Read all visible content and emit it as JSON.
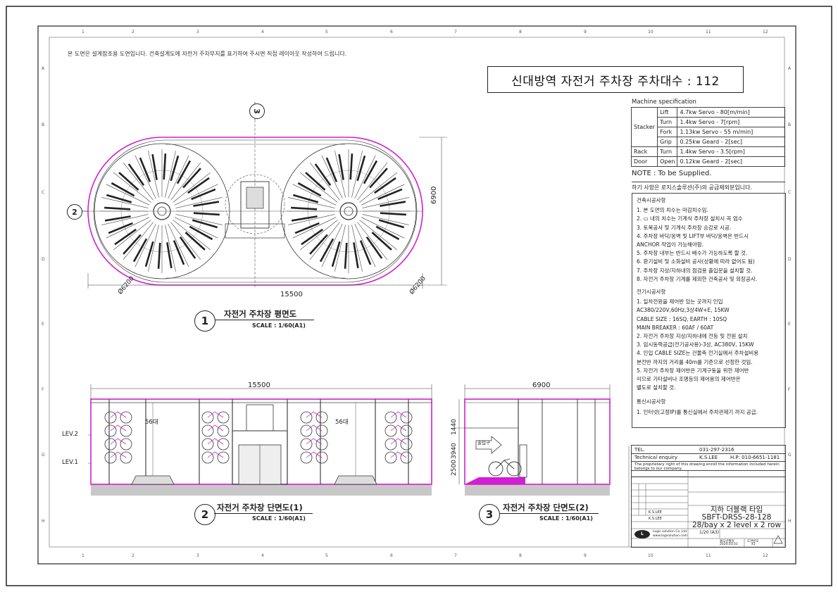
{
  "note_top": "본 도면은 설계참조용 도면입니다. 건축설계도에 자전거 주차부지를 표기하여 주시면 직접 레이아웃 작성하여 드립니다.",
  "title": "신대방역 자전거 주차장 주차대수 : 112",
  "border_numbers": [
    "1",
    "2",
    "3",
    "4",
    "5",
    "6",
    "7",
    "8",
    "9",
    "10",
    "11",
    "12"
  ],
  "border_letters": [
    "A",
    "B",
    "C",
    "D",
    "E",
    "F",
    "G",
    "H"
  ],
  "spec": {
    "heading": "Machine specification",
    "rows": [
      {
        "group": "Stacker",
        "item": "Lift",
        "value": "4.7kw Servo - 80[m/min]"
      },
      {
        "group": "",
        "item": "Turn",
        "value": "1.4kw Servo - 7[rpm]"
      },
      {
        "group": "",
        "item": "Fork",
        "value": "1.13kw Servo - 55 m/min]"
      },
      {
        "group": "",
        "item": "Grip",
        "value": "0.25kw Geard - 2[sec]"
      },
      {
        "group": "Rack",
        "item": "Turn",
        "value": "1.4kw Servo - 3.5[rpm]"
      },
      {
        "group": "Door",
        "item": "Open",
        "value": "0.12kw Geard - 2[sec]"
      }
    ],
    "note1": "NOTE : To be Supplied.",
    "note2": "하기 사항은 로지스솔루션(주)의 공급제외분입니다."
  },
  "construction": {
    "arch_heading": "건축시공사항",
    "arch_lines": [
      "1. 본 도면의 치수는 마감치수임.",
      "2. ▭ 내의 치수는 기계식 주차장 설치시 꼭 엄수",
      "3. 토목공사 및 기계식 주차장 승강로 시공.",
      "4. 주차장 바닥/옹벽 및 LIFT부 바닥/옹벽은 반드시",
      "     ANCHOR 작업이 가능해야함.",
      "5. 주차장 내부는 반드시 배수가 가능하도록 할 것.",
      "6. 환기설비 및 소화설비 공사(상황에 따라 없어도 됨)",
      "7. 주차장 지상/지하내의 점검용 출입문을 설치할 것.",
      "8. 자전거 주차장 기계를 제외한 건축공사 및 외장공사."
    ],
    "elec_heading": "전기시공사항",
    "elec_lines": [
      "1. 일차전원을 제어반 있는 곳까지 인입",
      "     AC380/220V,60Hz,3상4W+E, 15KW",
      "     CABLE SIZE : 16SQ,          EARTH : 10SQ",
      "     MAIN BREAKER : 60AF / 60AT",
      "2. 자전거 주차장 지상/지하내에 전등 및 전원 설치",
      "3. 임시동력공급(전기공사용)-3상, AC380V, 15KW",
      "4. 인입 CABLE SIZE는 건물측 전기실에서 주차설비용",
      "     분전반 까지의 거리를 40m를 기준으로 선정한 것임.",
      "5. 자전거 주차장 제어반은 기계구동을 위한 제어반",
      "     이므로 기타설비나 조명등의 제어용의 제어반은",
      "     별도로 설치할 것."
    ],
    "comm_heading": "통신시공사항",
    "comm_lines": [
      "1. 인터넷(고정IP)를 통신실에서 주차관제기 까지 공급."
    ]
  },
  "contact": {
    "tel_label": "TEL.",
    "tel_value": "031-297-2316",
    "tech_label": "Technical enquiry",
    "tech_name": "K.S.LEE",
    "tech_phone": "H.P: 010-6651-1181",
    "proprietary": "The proprietary right of this drawing enroll the information included herein belongs to our company."
  },
  "titleblock": {
    "name_line1": "지하 더블랙 타입",
    "name_line2": "SBFT-DRSS-28-128",
    "name_line3": "28/bay x 2 level x 2 row",
    "scale": "1/20 (A3)",
    "designer1": "K.S.LEE",
    "designer2": "K.S.LEE",
    "company": "Logis solution Co.,Ltd",
    "website": "www.logisolution.com",
    "date": "2020.03.01",
    "sheet": "41",
    "revision_label": "출도년월일",
    "drawing_no_label": "도면번호"
  },
  "views": {
    "plan": {
      "number": "1",
      "label": "자전거 주차장 평면도",
      "scale": "SCALE : 1/60(A1)",
      "width_dim": "15500",
      "height_dim": "6900",
      "dia_left": "Ø6200",
      "dia_right": "Ø6200",
      "marker_top": "3",
      "marker_left": "2"
    },
    "section1": {
      "number": "2",
      "label": "자전거 주차장 단면도(1)",
      "scale": "SCALE : 1/60(A1)",
      "width_dim": "15500",
      "lev2": "LEV.2",
      "lev1": "LEV.1",
      "count_left": "56대",
      "count_right": "56대"
    },
    "section2": {
      "number": "3",
      "label": "자전거 주차장 단면도(2)",
      "scale": "SCALE : 1/60(A1)",
      "width_dim": "6900",
      "dim_total": "3940",
      "dim_top": "1440",
      "dim_bottom": "2500",
      "entrance": "출입구"
    }
  },
  "colors": {
    "accent": "#d21ed2",
    "line": "#333333",
    "floor": "#c8c8c8"
  }
}
